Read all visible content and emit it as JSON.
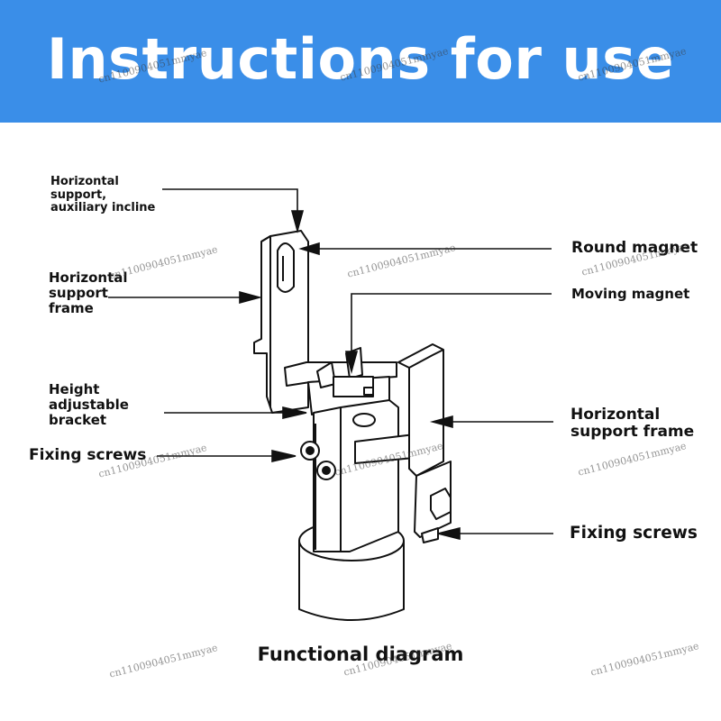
{
  "banner": {
    "title": "Instructions for use",
    "color": "#3a8ee8"
  },
  "labels": {
    "horizontal_support_incline": "Horizontal\nsupport,\nauxiliary incline",
    "horizontal_support_frame_left": "Horizontal\nsupport\nframe",
    "height_adjustable_bracket": "Height\nadjustable\nbracket",
    "fixing_screws_left": "Fixing screws",
    "round_magnet": "Round magnet",
    "moving_magnet": "Moving magnet",
    "horizontal_support_frame_right": "Horizontal\nsupport frame",
    "fixing_screws_right": "Fixing screws"
  },
  "caption": "Functional diagram",
  "watermark": "cn1100904051mmyae"
}
